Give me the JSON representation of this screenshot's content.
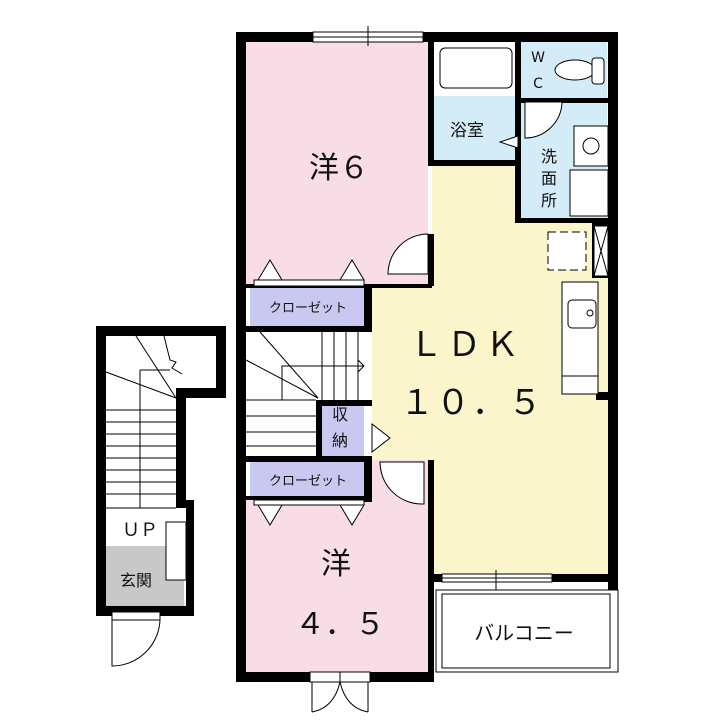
{
  "floorplan": {
    "rooms": {
      "western_6": {
        "label_line1": "洋６",
        "color": "#f8dde6"
      },
      "western_45": {
        "label_line1": "洋",
        "label_line2": "４．５",
        "color": "#f8dde6"
      },
      "ldk": {
        "label_line1": "ＬＤＫ",
        "label_line2": "１０．５",
        "color": "#fbf5cc"
      },
      "bath": {
        "label": "浴室",
        "color": "#d4ecf8"
      },
      "wc": {
        "label_line1": "W",
        "label_line2": "C",
        "color": "#d4ecf8"
      },
      "washroom": {
        "label_line1": "洗",
        "label_line2": "面",
        "label_line3": "所",
        "color": "#d4ecf8"
      },
      "closet_upper": {
        "label": "クローゼット",
        "color": "#c8c8f0"
      },
      "closet_lower": {
        "label": "クローゼット",
        "color": "#c8c8f0"
      },
      "storage": {
        "label_line1": "収",
        "label_line2": "納",
        "color": "#c8c8f0"
      },
      "balcony": {
        "label": "バルコニー",
        "color": "#ffffff"
      },
      "entrance": {
        "label": "玄関",
        "color": "#c8c8c8"
      },
      "stairs_up": {
        "label": "ＵＰ"
      }
    },
    "wall_color": "#000000"
  }
}
